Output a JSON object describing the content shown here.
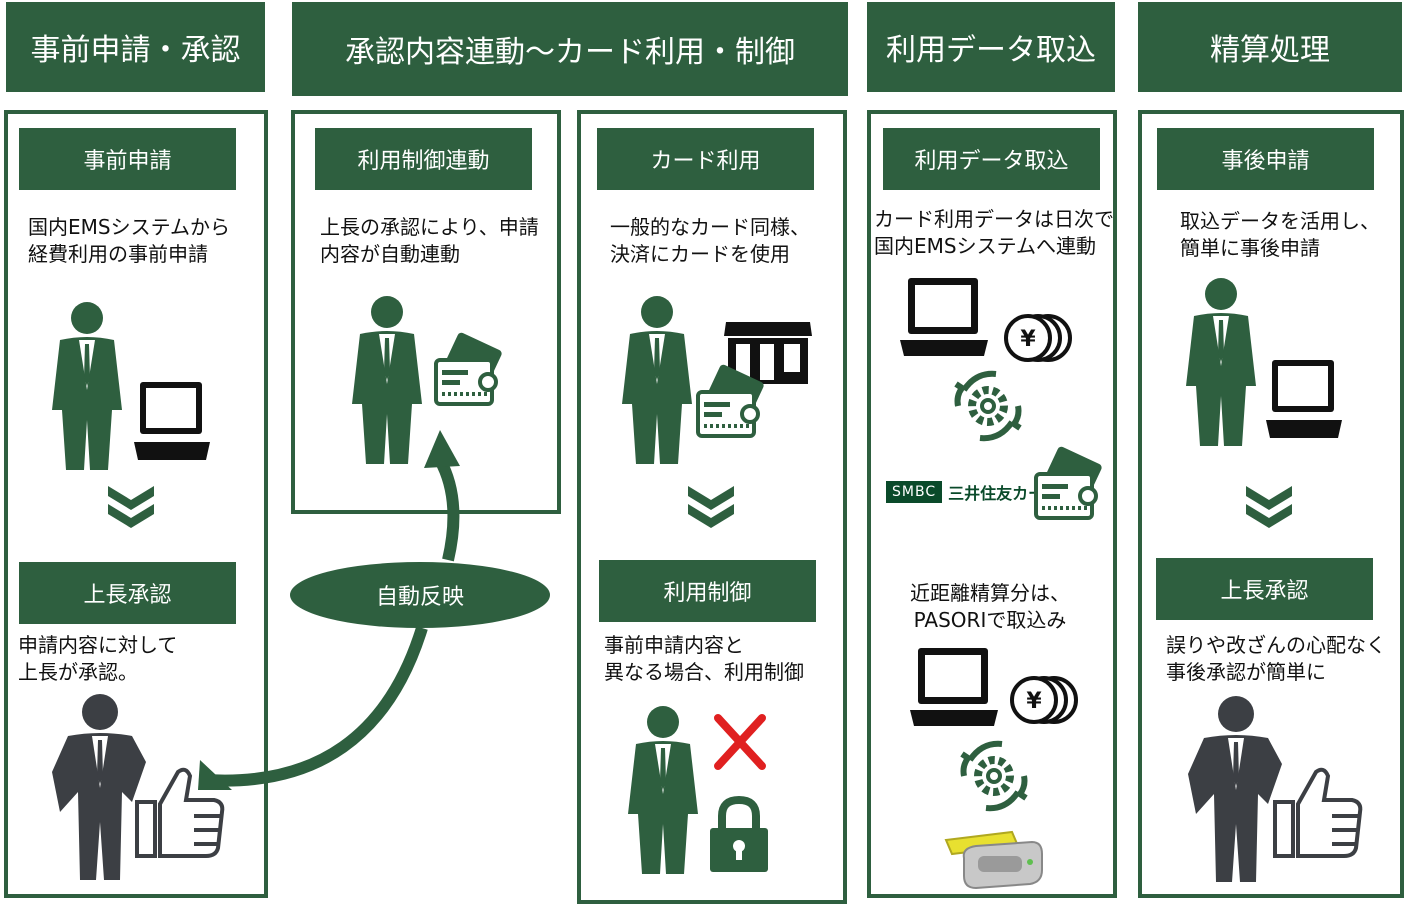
{
  "colors": {
    "primary": "#2e5f3f",
    "cross": "#e02020",
    "figure_dark": "#3c3f44"
  },
  "stages": [
    {
      "title": "事前申請・承認"
    },
    {
      "title": "承認内容連動～カード利用・制御"
    },
    {
      "title": "利用データ取込"
    },
    {
      "title": "精算処理"
    }
  ],
  "panel1": {
    "head1": "事前申請",
    "desc1": "国内EMSシステムから\n経費利用の事前申請",
    "head2": "上長承認",
    "desc2": "申請内容に対して\n上長が承認。"
  },
  "panel2": {
    "head": "利用制御連動",
    "desc": "上長の承認により、申請\n内容が自動連動"
  },
  "auto": {
    "label": "自動反映"
  },
  "panel3": {
    "head1": "カード利用",
    "desc1": "一般的なカード同様、\n決済にカードを使用",
    "head2": "利用制御",
    "desc2": "事前申請内容と\n異なる場合、利用制御"
  },
  "panel4": {
    "head": "利用データ取込",
    "desc1": "カード利用データは日次で\n国内EMSシステムへ連動",
    "smbc_logo": "SMBC",
    "smbc_name": "三井住友カード",
    "desc2": "近距離精算分は、\nPASORIで取込み",
    "yen": "¥"
  },
  "panel5": {
    "head1": "事後申請",
    "desc1": "取込データを活用し、\n簡単に事後申請",
    "head2": "上長承認",
    "desc2": "誤りや改ざんの心配なく\n事後承認が簡単に"
  }
}
